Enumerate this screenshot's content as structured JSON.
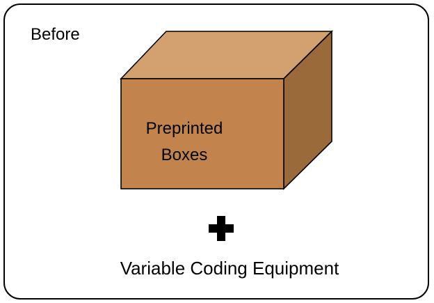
{
  "panel": {
    "heading": "Before"
  },
  "box": {
    "line1": "Preprinted",
    "line2": "Boxes",
    "colors": {
      "front": "#c2844c",
      "top": "#d3a06f",
      "side": "#9a6a3a",
      "outline": "#000000"
    }
  },
  "plus": {
    "icon": "plus-icon"
  },
  "caption": {
    "text": "Variable Coding Equipment"
  }
}
